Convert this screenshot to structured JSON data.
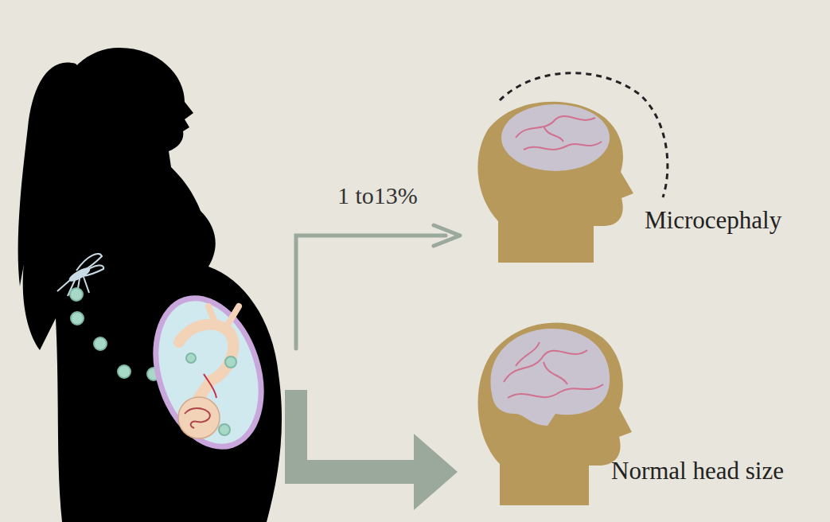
{
  "diagram": {
    "nodes": [
      {
        "text": [
          "Microcephaly"
        ]
      },
      {
        "text": [
          "Normal head size"
        ]
      }
    ],
    "labels": [
      "1 to13%"
    ]
  }
}
